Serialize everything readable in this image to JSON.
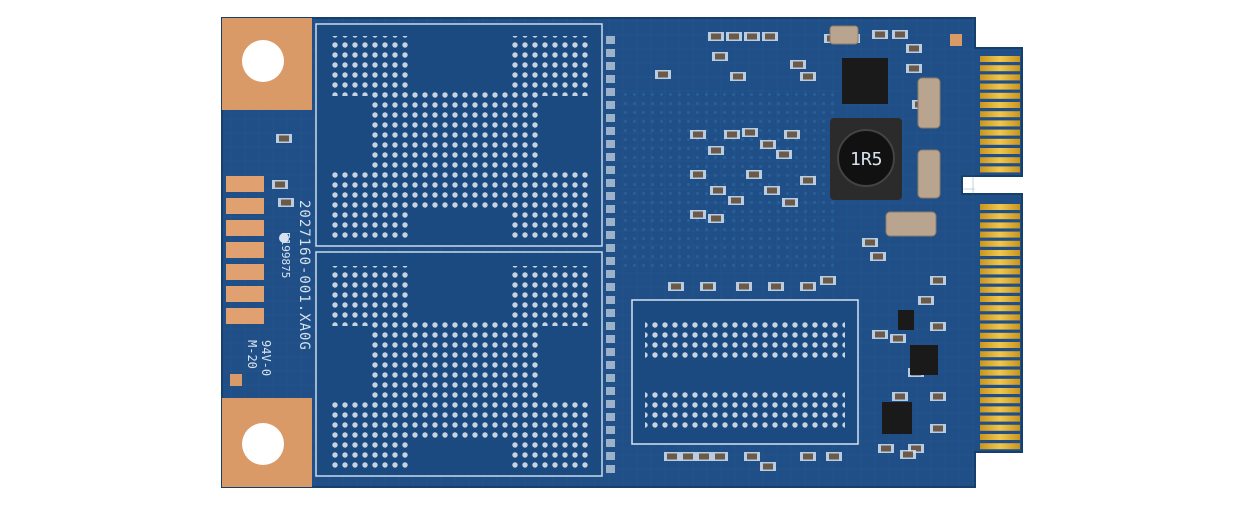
{
  "image": {
    "subject": "mSATA solid-state drive circuit board, underside",
    "colors": {
      "pcb": "#1f4f86",
      "pcb_dark": "#17406f",
      "trace": "#2a5e98",
      "silkscreen": "#d6e2f0",
      "copper_pad": "#d99a68",
      "gold_finger": "#e0b43a",
      "pad_dot": "#c7d3df",
      "component_dark": "#1a1a1a",
      "resistor_body": "#b9a48f"
    }
  },
  "silkscreen": {
    "part_number": "2027160-001.XA0G",
    "cert_code": "E199875",
    "flammability": "94V-0",
    "model_tag": "M-20",
    "inductor_code": "1R5"
  }
}
